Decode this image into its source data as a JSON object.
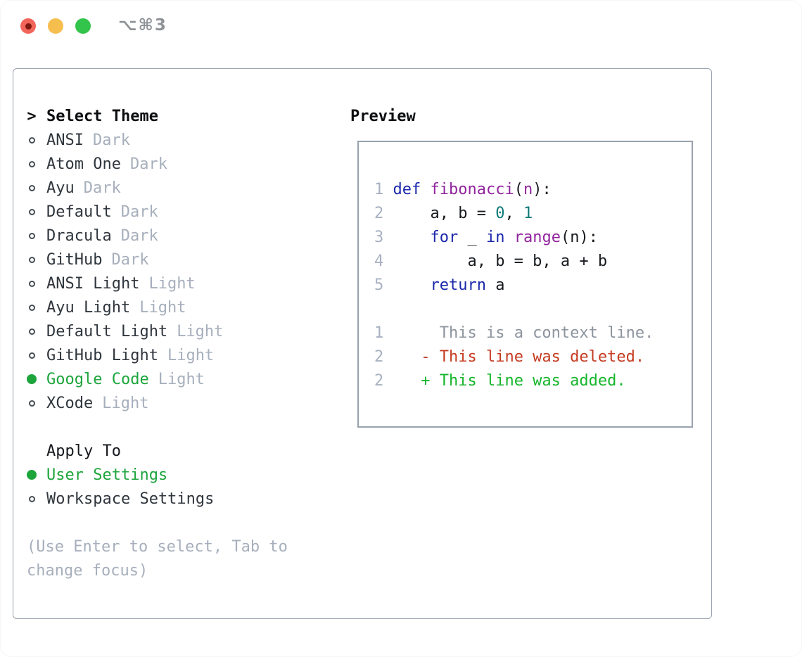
{
  "titlebar": {
    "title": "⌥⌘3"
  },
  "theme_panel": {
    "header_marker": ">",
    "header": "Select Theme",
    "themes": [
      {
        "name": "ANSI",
        "variant": "Dark",
        "selected": false
      },
      {
        "name": "Atom One",
        "variant": "Dark",
        "selected": false
      },
      {
        "name": "Ayu",
        "variant": "Dark",
        "selected": false
      },
      {
        "name": "Default",
        "variant": "Dark",
        "selected": false
      },
      {
        "name": "Dracula",
        "variant": "Dark",
        "selected": false
      },
      {
        "name": "GitHub",
        "variant": "Dark",
        "selected": false
      },
      {
        "name": "ANSI Light",
        "variant": "Light",
        "selected": false
      },
      {
        "name": "Ayu Light",
        "variant": "Light",
        "selected": false
      },
      {
        "name": "Default Light",
        "variant": "Light",
        "selected": false
      },
      {
        "name": "GitHub Light",
        "variant": "Light",
        "selected": false
      },
      {
        "name": "Google Code",
        "variant": "Light",
        "selected": true
      },
      {
        "name": "XCode",
        "variant": "Light",
        "selected": false
      }
    ],
    "apply_to": {
      "header": "Apply To",
      "options": [
        {
          "name": "User Settings",
          "selected": true
        },
        {
          "name": "Workspace Settings",
          "selected": false
        }
      ]
    },
    "help_lines": [
      "(Use Enter to select, Tab to",
      "change focus)"
    ]
  },
  "preview_panel": {
    "header": "Preview",
    "code_lines": [
      {
        "num": "1",
        "tokens": [
          [
            "kw",
            "def"
          ],
          [
            "pl",
            " "
          ],
          [
            "fn",
            "fibonacci"
          ],
          [
            "pl",
            "("
          ],
          [
            "fn",
            "n"
          ],
          [
            "pl",
            "):"
          ]
        ]
      },
      {
        "num": "2",
        "tokens": [
          [
            "pl",
            "    a, b = "
          ],
          [
            "nm",
            "0"
          ],
          [
            "pl",
            ", "
          ],
          [
            "nm",
            "1"
          ]
        ]
      },
      {
        "num": "3",
        "tokens": [
          [
            "pl",
            "    "
          ],
          [
            "kw",
            "for"
          ],
          [
            "pl",
            " _ "
          ],
          [
            "kw",
            "in"
          ],
          [
            "pl",
            " "
          ],
          [
            "fn",
            "range"
          ],
          [
            "pl",
            "(n):"
          ]
        ]
      },
      {
        "num": "4",
        "tokens": [
          [
            "pl",
            "        a, b = b, a + b"
          ]
        ]
      },
      {
        "num": "5",
        "tokens": [
          [
            "pl",
            "    "
          ],
          [
            "kw",
            "return"
          ],
          [
            "pl",
            " a"
          ]
        ]
      }
    ],
    "diff_lines": [
      {
        "num": "1",
        "marker": " ",
        "text": "This is a context line.",
        "type": "context"
      },
      {
        "num": "2",
        "marker": "-",
        "text": "This line was deleted.",
        "type": "deleted"
      },
      {
        "num": "2",
        "marker": "+",
        "text": "This line was added.",
        "type": "added"
      }
    ]
  },
  "colors": {
    "accent_green": "#1da53c",
    "keyword_blue": "#1b27ab",
    "function_purple": "#92249e",
    "number_teal": "#0e7a78",
    "diff_deleted_red": "#c53b21",
    "diff_added_green": "#15b52a",
    "muted_gray": "#a7afbc",
    "line_number_gray": "#a8b1c2",
    "border_gray": "#99a2ad",
    "traffic_red": "#f1655b",
    "traffic_yellow": "#f6be4e",
    "traffic_green": "#33c44b"
  }
}
